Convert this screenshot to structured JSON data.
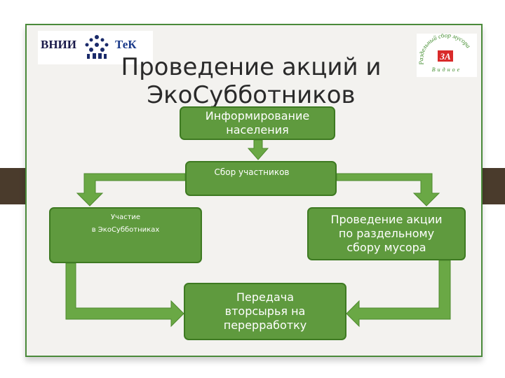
{
  "logo_left": {
    "text_left": "ВНИИ",
    "text_right": "ТеК"
  },
  "logo_right": {
    "text_arc": "Раздельный сбор мусора",
    "text_center": "ЗА",
    "text_bottom": "Видное"
  },
  "title_line1": "Проведение акций и",
  "title_line2": "ЭкоСубботников",
  "nodes": {
    "inform_line1": "Информирование",
    "inform_line2": "населения",
    "collect": "Сбор участников",
    "partic_line1": "Участие",
    "partic_line2": "в ЭкоСубботниках",
    "action_line1": "Проведение акции",
    "action_line2": "по раздельному",
    "action_line3": "сбору мусора",
    "transfer_line1": "Передача",
    "transfer_line2": "вторсырья на",
    "transfer_line3": "перерработку"
  },
  "colors": {
    "box_fill": "#5f9a3e",
    "box_border": "#3e7a22",
    "frame": "#4a8a3a",
    "arrow": "#6aa845"
  }
}
